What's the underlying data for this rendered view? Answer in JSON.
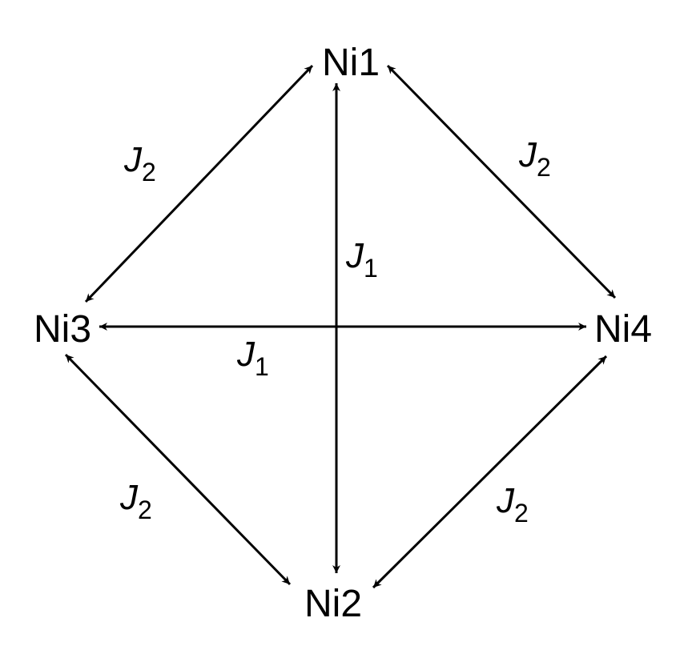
{
  "nodes": {
    "ni1": "Ni1",
    "ni2": "Ni2",
    "ni3": "Ni3",
    "ni4": "Ni4"
  },
  "couplings": {
    "ni1_ni3": {
      "symbol": "J",
      "sub": "2"
    },
    "ni1_ni4": {
      "symbol": "J",
      "sub": "2"
    },
    "ni1_ni2": {
      "symbol": "J",
      "sub": "1"
    },
    "ni3_ni4": {
      "symbol": "J",
      "sub": "1"
    },
    "ni3_ni2": {
      "symbol": "J",
      "sub": "2"
    },
    "ni4_ni2": {
      "symbol": "J",
      "sub": "2"
    }
  },
  "colors": {
    "line": "#000000",
    "text": "#000000",
    "background": "#ffffff"
  }
}
